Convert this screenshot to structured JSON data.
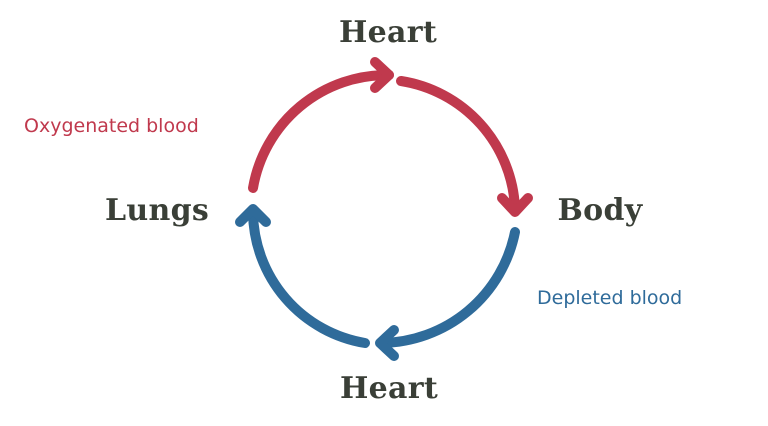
{
  "nodes": {
    "heart_top": "Heart",
    "body": "Body",
    "heart_bottom": "Heart",
    "lungs": "Lungs"
  },
  "flows": {
    "oxygenated": "Oxygenated blood",
    "depleted": "Depleted blood"
  },
  "colors": {
    "oxygenated": "#c0394d",
    "depleted": "#2f6b9a",
    "node_text": "#3a3f37",
    "background": "#ffffff"
  }
}
